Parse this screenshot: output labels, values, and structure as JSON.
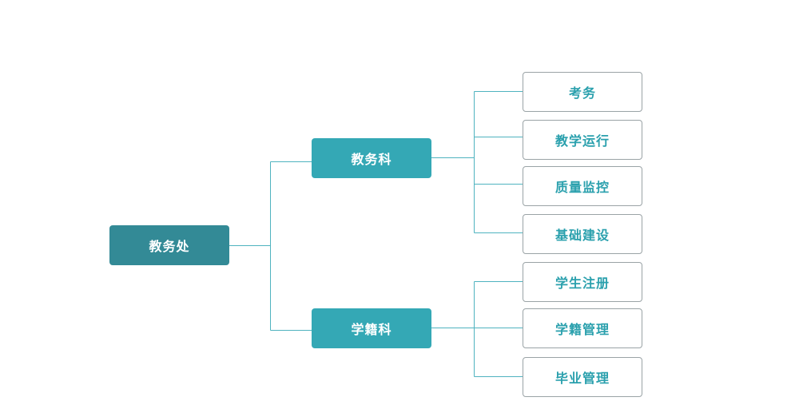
{
  "colors": {
    "root_fill": "#338a96",
    "branch_fill": "#34a8b5",
    "leaf_text": "#2aa0ad",
    "leaf_border": "#9aa3a6",
    "connector": "#4fb3bf"
  },
  "root": {
    "label": "教务处"
  },
  "branches": [
    {
      "label": "教务科",
      "children": [
        "考务",
        "教学运行",
        "质量监控",
        "基础建设"
      ]
    },
    {
      "label": "学籍科",
      "children": [
        "学生注册",
        "学籍管理",
        "毕业管理"
      ]
    }
  ]
}
